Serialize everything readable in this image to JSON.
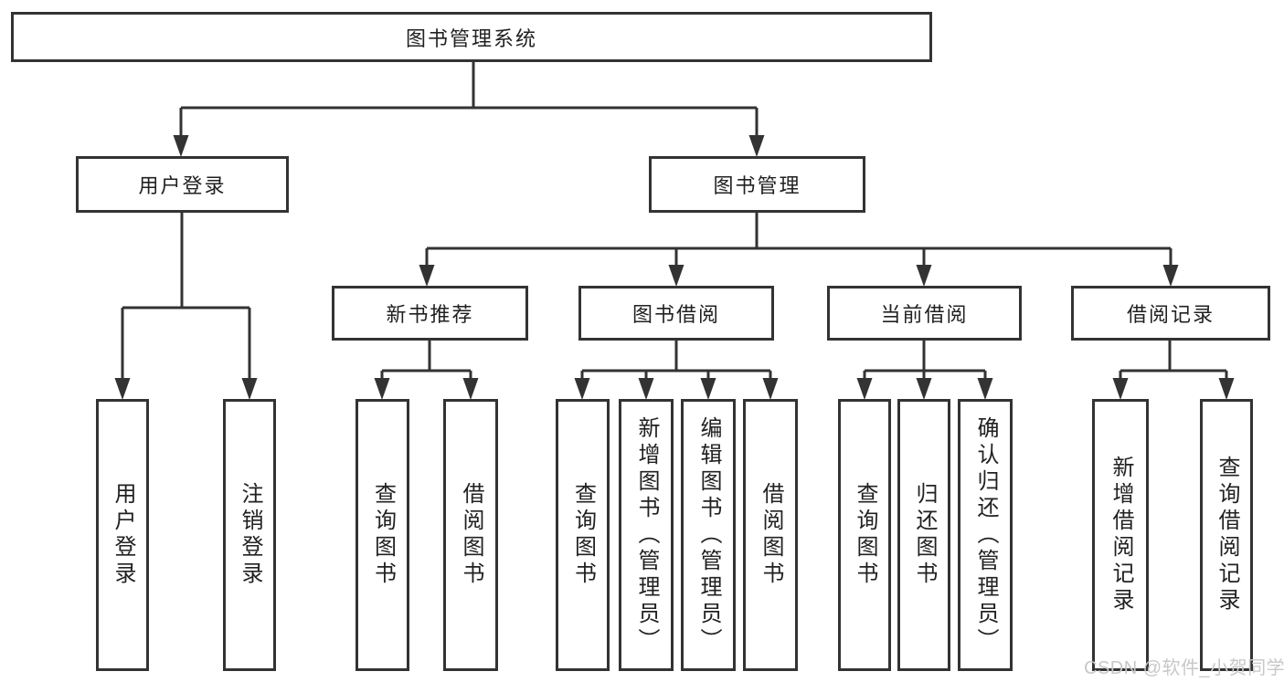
{
  "diagram": {
    "type": "tree",
    "colors": {
      "line": "#333333",
      "box_border": "#333333",
      "box_background": "#ffffff",
      "text": "#212121",
      "watermark_text": "#c8c8c8",
      "canvas_background": "#ffffff"
    },
    "root": {
      "label": "图书管理系统"
    },
    "level2": [
      {
        "id": "user-login",
        "label": "用户登录",
        "parent": "root"
      },
      {
        "id": "book-management",
        "label": "图书管理",
        "parent": "root"
      }
    ],
    "level3": [
      {
        "id": "new-book-recommend",
        "label": "新书推荐",
        "parent": "book-management"
      },
      {
        "id": "book-borrowing",
        "label": "图书借阅",
        "parent": "book-management"
      },
      {
        "id": "current-borrowing",
        "label": "当前借阅",
        "parent": "book-management"
      },
      {
        "id": "borrowing-records",
        "label": "借阅记录",
        "parent": "book-management"
      }
    ],
    "leaves": [
      {
        "label": "用户登录",
        "parent": "user-login"
      },
      {
        "label": "注销登录",
        "parent": "user-login"
      },
      {
        "label": "查询图书",
        "parent": "new-book-recommend"
      },
      {
        "label": "借阅图书",
        "parent": "new-book-recommend"
      },
      {
        "label": "查询图书",
        "parent": "book-borrowing"
      },
      {
        "label": "新增图书（管理员）",
        "parent": "book-borrowing"
      },
      {
        "label": "编辑图书（管理员）",
        "parent": "book-borrowing"
      },
      {
        "label": "借阅图书",
        "parent": "book-borrowing"
      },
      {
        "label": "查询图书",
        "parent": "current-borrowing"
      },
      {
        "label": "归还图书",
        "parent": "current-borrowing"
      },
      {
        "label": "确认归还（管理员）",
        "parent": "current-borrowing"
      },
      {
        "label": "新增借阅记录",
        "parent": "borrowing-records"
      },
      {
        "label": "查询借阅记录",
        "parent": "borrowing-records"
      }
    ],
    "watermark": "CSDN @软件_小贺同学"
  }
}
